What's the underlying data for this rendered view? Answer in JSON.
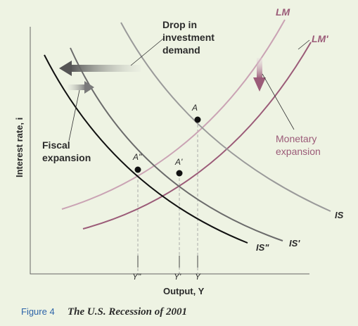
{
  "diagram": {
    "curves": {
      "IS": "IS",
      "IS_prime": "IS'",
      "IS_double_prime": "IS\"",
      "LM": "LM",
      "LM_prime": "LM'"
    },
    "points": {
      "A": "A",
      "A_prime": "A'",
      "A_double_prime": "A\""
    },
    "ticks": {
      "Y": "Y",
      "Y_prime": "Y'",
      "Y_double_prime": "Y\""
    },
    "annotations": {
      "drop_line1": "Drop in",
      "drop_line2": "investment",
      "drop_line3": "demand",
      "fiscal_line1": "Fiscal",
      "fiscal_line2": "expansion",
      "monetary_line1": "Monetary",
      "monetary_line2": "expansion"
    },
    "axes": {
      "x_label": "Output, Y",
      "y_label": "Interest rate, i"
    },
    "caption": {
      "number": "Figure 4",
      "title": "The U.S. Recession of 2001"
    },
    "colors": {
      "background": "#eef3e3",
      "is_curve": "#9a9a9a",
      "is_prime_curve": "#6b6b6b",
      "is_double_prime_curve": "#111111",
      "lm_curve": "#caa3b4",
      "lm_prime_curve": "#9b5b78",
      "caption_accent": "#2d64a8"
    }
  }
}
